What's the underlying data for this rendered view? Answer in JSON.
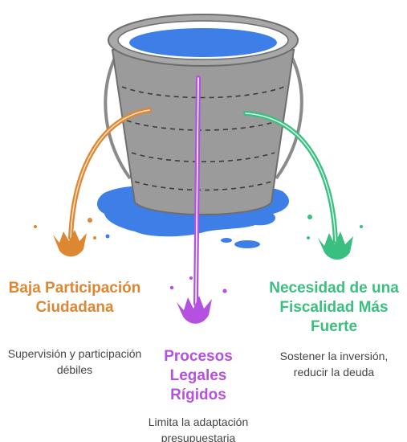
{
  "colors": {
    "orange": "#DD8733",
    "purple": "#B451E0",
    "green": "#3BBF81",
    "water": "#3D7FE6",
    "bucket": "#9B9B9B",
    "bucket_dark": "#6E6E6E",
    "text_gray": "#444444"
  },
  "icons": [
    "bucket-icon",
    "water-puddle-icon",
    "leak-stream-icon",
    "splash-icon"
  ],
  "leaks": [
    {
      "title": "Baja Participación Ciudadana",
      "description": "Supervisión y participación débiles",
      "color": "orange"
    },
    {
      "title": "Procesos Legales Rígidos",
      "description": "Limita la adaptación presupuestaria",
      "color": "purple"
    },
    {
      "title": "Necesidad de una Fiscalidad Más Fuerte",
      "description": "Sostener la inversión, reducir la deuda",
      "color": "green"
    }
  ]
}
